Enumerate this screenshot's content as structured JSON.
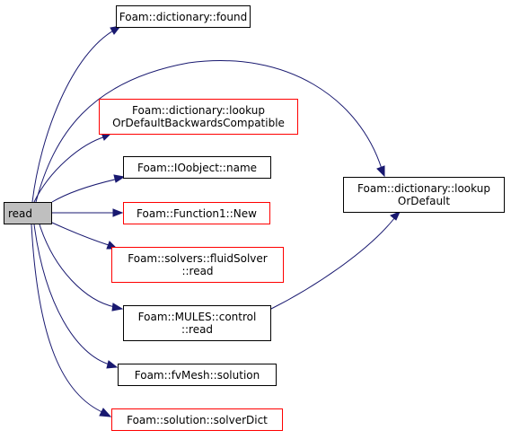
{
  "root": {
    "label": "read"
  },
  "nodes": [
    {
      "id": "found",
      "lines": [
        "Foam::dictionary::found"
      ],
      "color": "#000000"
    },
    {
      "id": "lookupbw",
      "lines": [
        "Foam::dictionary::lookup",
        "OrDefaultBackwardsCompatible"
      ],
      "color": "#ff0000"
    },
    {
      "id": "ioname",
      "lines": [
        "Foam::IOobject::name"
      ],
      "color": "#000000"
    },
    {
      "id": "f1new",
      "lines": [
        "Foam::Function1::New"
      ],
      "color": "#ff0000"
    },
    {
      "id": "fluidread",
      "lines": [
        "Foam::solvers::fluidSolver",
        "::read"
      ],
      "color": "#ff0000"
    },
    {
      "id": "mulesread",
      "lines": [
        "Foam::MULES::control",
        "::read"
      ],
      "color": "#000000"
    },
    {
      "id": "fvsolution",
      "lines": [
        "Foam::fvMesh::solution"
      ],
      "color": "#000000"
    },
    {
      "id": "solverdict",
      "lines": [
        "Foam::solution::solverDict"
      ],
      "color": "#ff0000"
    },
    {
      "id": "lookupdefault",
      "lines": [
        "Foam::dictionary::lookup",
        "OrDefault"
      ],
      "color": "#000000"
    }
  ],
  "edges": [
    [
      "root",
      "found"
    ],
    [
      "root",
      "lookupbw"
    ],
    [
      "root",
      "ioname"
    ],
    [
      "root",
      "f1new"
    ],
    [
      "root",
      "fluidread"
    ],
    [
      "root",
      "mulesread"
    ],
    [
      "root",
      "fvsolution"
    ],
    [
      "root",
      "solverdict"
    ],
    [
      "root",
      "lookupdefault"
    ],
    [
      "mulesread",
      "lookupdefault"
    ]
  ],
  "colors": {
    "edge": "#191970",
    "root_fill": "#bfbfbf",
    "border_default": "#000000",
    "border_undocumented": "#ff0000"
  }
}
